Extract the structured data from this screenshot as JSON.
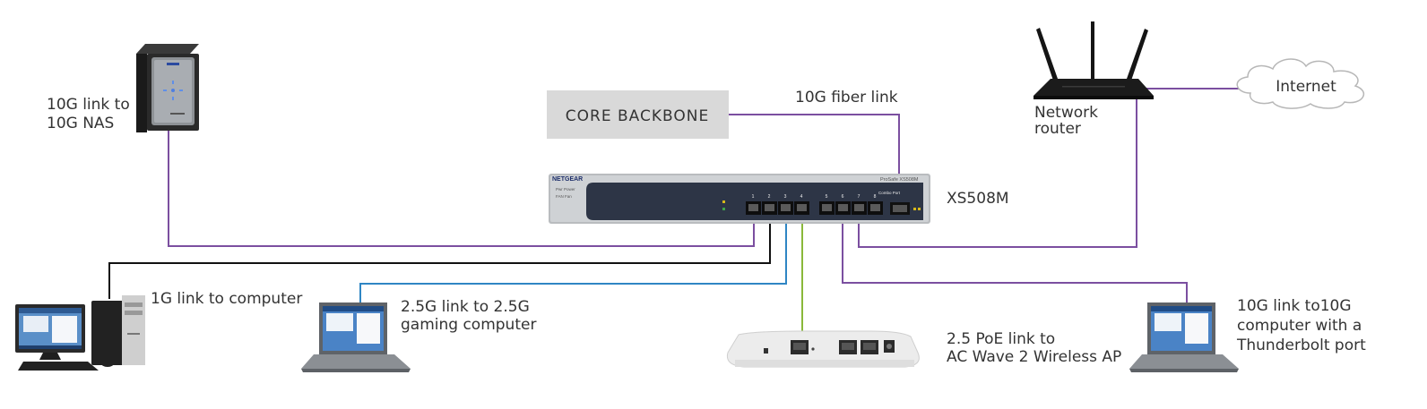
{
  "colors": {
    "purple": "#7b4fa0",
    "black": "#111111",
    "blue": "#2f86c4",
    "green": "#8ab83a",
    "backbone_fill": "#d9d9d9"
  },
  "nas": {
    "label_line1": "10G link to",
    "label_line2": "10G NAS",
    "icon": "nas-device-icon"
  },
  "backbone": {
    "label": "CORE BACKBONE"
  },
  "fiber_link": {
    "label": "10G fiber link"
  },
  "router": {
    "label_line1": "Network",
    "label_line2": "router",
    "icon": "wireless-router-icon"
  },
  "internet": {
    "label": "Internet",
    "icon": "cloud-icon"
  },
  "switch": {
    "model": "XS508M",
    "brand": "NETGEAR",
    "series": "ProSafe XS508M",
    "led_power": "Pwr  Power",
    "led_fan": "FAN  Fan",
    "combo": "Combo Port",
    "port_numbers": [
      "1",
      "2",
      "3",
      "4",
      "5",
      "6",
      "7",
      "8"
    ]
  },
  "computer": {
    "label": "1G link to computer",
    "icon": "desktop-computer-icon"
  },
  "gaming": {
    "label_line1": "2.5G link to 2.5G",
    "label_line2": "gaming computer",
    "icon": "laptop-icon"
  },
  "ap": {
    "label_line1": "2.5 PoE link to",
    "label_line2": "AC Wave 2 Wireless AP",
    "icon": "wireless-access-point-icon"
  },
  "thunderbolt": {
    "label_line1": "10G link to10G",
    "label_line2": "computer with a",
    "label_line3": "Thunderbolt port",
    "icon": "laptop-icon"
  }
}
